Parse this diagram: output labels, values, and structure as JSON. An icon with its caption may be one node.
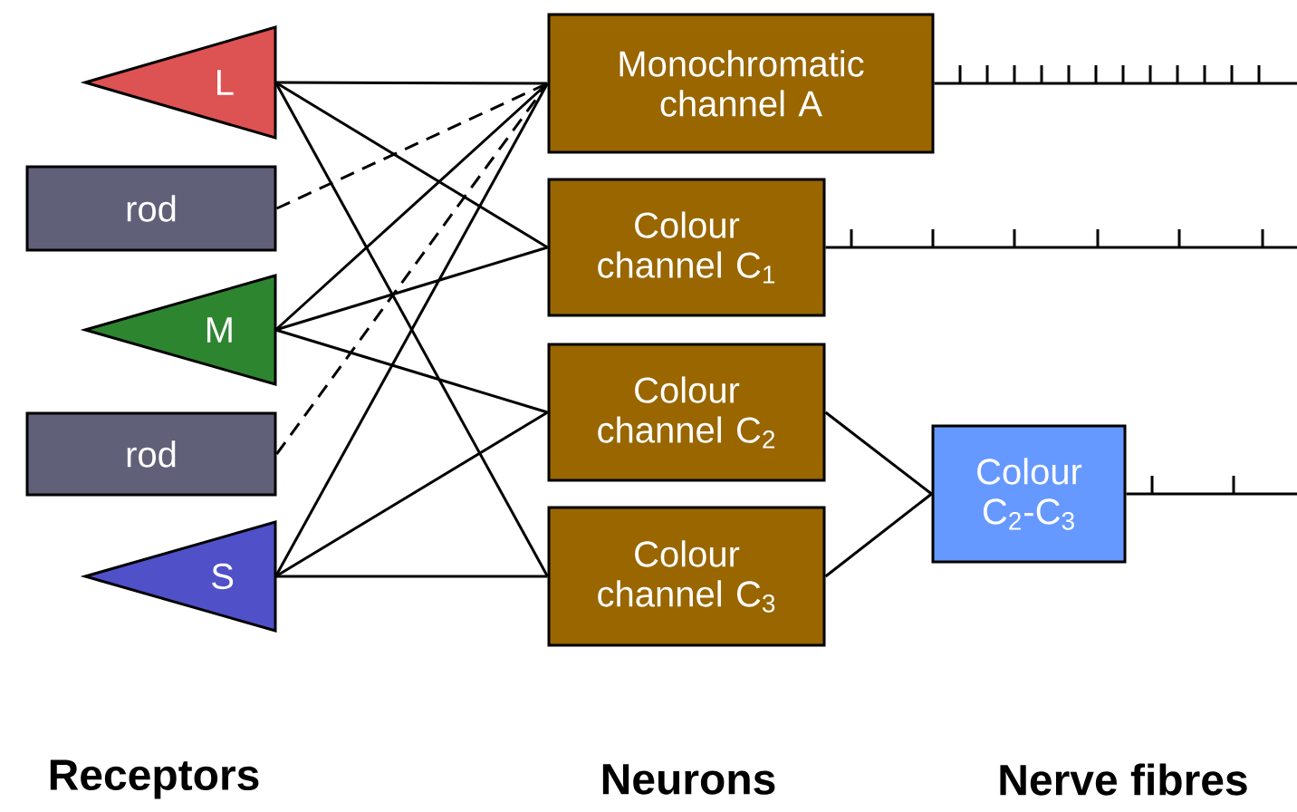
{
  "diagram": {
    "nodes": [
      {
        "text": [
          "L"
        ]
      },
      {
        "text": [
          "rod"
        ]
      },
      {
        "text": [
          "M"
        ]
      },
      {
        "text": [
          "rod"
        ]
      },
      {
        "text": [
          "S"
        ]
      },
      {
        "text": [
          "Monochromatic channel A"
        ]
      },
      {
        "text": [
          "Colour channel C$_{1}$"
        ]
      },
      {
        "text": [
          "Colour channel C$_{2}$"
        ]
      },
      {
        "text": [
          "Colour channel C$_{3}$"
        ]
      },
      {
        "text": [
          "Colour C$_{2}$-C$_{3}$"
        ]
      }
    ],
    "edges": [
      {
        "from": 0,
        "to": 5,
        "arrow": "none"
      },
      {
        "from": 0,
        "to": 6,
        "arrow": "none"
      },
      {
        "from": 0,
        "to": 8,
        "arrow": "none"
      },
      {
        "from": 1,
        "to": 5,
        "arrow": "none",
        "style": "dashed"
      },
      {
        "from": 2,
        "to": 5,
        "arrow": "none"
      },
      {
        "from": 2,
        "to": 6,
        "arrow": "none"
      },
      {
        "from": 2,
        "to": 7,
        "arrow": "none"
      },
      {
        "from": 3,
        "to": 5,
        "arrow": "none",
        "style": "dashed"
      },
      {
        "from": 4,
        "to": 5,
        "arrow": "none"
      },
      {
        "from": 4,
        "to": 7,
        "arrow": "none"
      },
      {
        "from": 4,
        "to": 8,
        "arrow": "none"
      },
      {
        "from": 7,
        "to": 9,
        "arrow": "none"
      },
      {
        "from": 8,
        "to": 9,
        "arrow": "none"
      },
      {
        "from": 5,
        "to": null,
        "arrow": "none"
      },
      {
        "from": 6,
        "to": null,
        "arrow": "none"
      },
      {
        "from": 9,
        "to": null,
        "arrow": "none"
      }
    ],
    "labels": [
      "Receptors",
      "Neurons",
      "Nerve fibres"
    ]
  }
}
